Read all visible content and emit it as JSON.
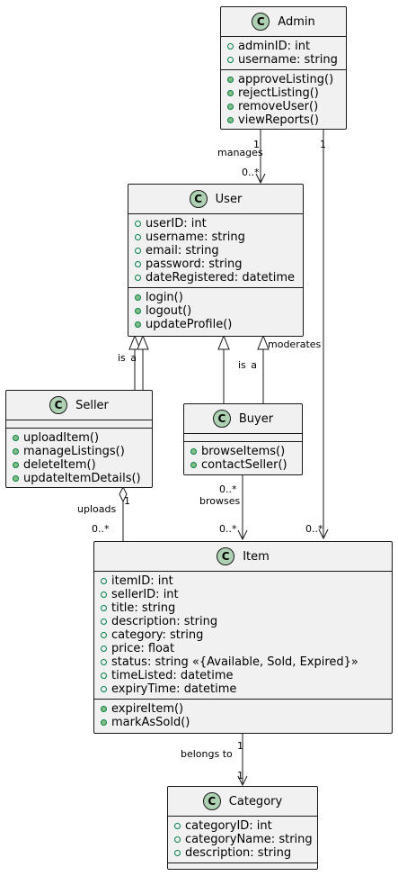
{
  "classes": {
    "admin": {
      "badge": "C",
      "name": "Admin",
      "attributes": [
        "adminID: int",
        "username: string"
      ],
      "methods": [
        "approveListing()",
        "rejectListing()",
        "removeUser()",
        "viewReports()"
      ]
    },
    "user": {
      "badge": "C",
      "name": "User",
      "attributes": [
        "userID: int",
        "username: string",
        "email: string",
        "password: string",
        "dateRegistered: datetime"
      ],
      "methods": [
        "login()",
        "logout()",
        "updateProfile()"
      ]
    },
    "seller": {
      "badge": "C",
      "name": "Seller",
      "attributes": [],
      "methods": [
        "uploadItem()",
        "manageListings()",
        "deleteItem()",
        "updateItemDetails()"
      ]
    },
    "buyer": {
      "badge": "C",
      "name": "Buyer",
      "attributes": [],
      "methods": [
        "browseItems()",
        "contactSeller()"
      ]
    },
    "item": {
      "badge": "C",
      "name": "Item",
      "attributes": [
        "itemID: int",
        "sellerID: int",
        "title: string",
        "description: string",
        "category: string",
        "price: float",
        "status: string «{Available, Sold, Expired}»",
        "timeListed: datetime",
        "expiryTime: datetime"
      ],
      "methods": [
        "expireItem()",
        "markAsSold()"
      ]
    },
    "category": {
      "badge": "C",
      "name": "Category",
      "attributes": [
        "categoryID: int",
        "categoryName: string",
        "description: string"
      ],
      "methods": []
    }
  },
  "relations": {
    "admin_user": {
      "label": "manages",
      "source_mult": "1",
      "target_mult": "0..*"
    },
    "admin_item": {
      "source_mult": "1",
      "target_mult": "0..*"
    },
    "seller_user": {
      "label": "is a"
    },
    "buyer_user": {
      "label": "is a"
    },
    "moderates": {
      "label": "moderates"
    },
    "seller_item": {
      "label": "uploads",
      "source_mult": "1",
      "target_mult": "0..*"
    },
    "buyer_item": {
      "label": "browses",
      "source_mult": "0..*",
      "target_mult": "0..*"
    },
    "item_category": {
      "label": "belongs to",
      "source_mult": "1",
      "target_mult": "1"
    }
  }
}
